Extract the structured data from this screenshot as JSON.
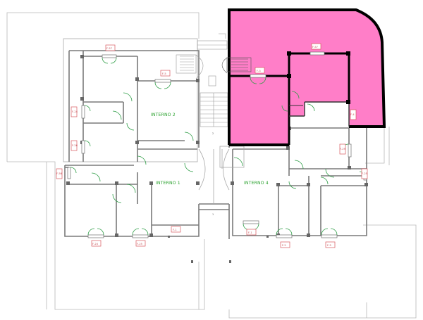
{
  "units": [
    {
      "id": "interno-2",
      "label": "INTERNO 2"
    },
    {
      "id": "interno-1",
      "label": "INTERNO 1"
    },
    {
      "id": "interno-4",
      "label": "INTERNO 4"
    }
  ],
  "highlight": {
    "color": "#ff7ec8",
    "border_color": "#000000"
  },
  "window_tags": {
    "f57_top_left": "F-57",
    "f5_top_center": "F-5",
    "f57_top_right": "F-57",
    "f3_hl": "F-3",
    "f24_left": "F-24",
    "f26_left": "F-26",
    "f56_left": "F-56",
    "f24_bottom1": "F-24",
    "f25_bottom2": "F-25",
    "f1_bottom3": "F-1",
    "f1_bottom4": "F-1",
    "f2_bottom5": "F-2",
    "f3_bottom6": "F-3",
    "f29_right": "F-29",
    "f25_right": "F-25",
    "f4_hl_right": "F-4"
  },
  "small_labels": {
    "landing_top": "2",
    "landing_bottom": "1"
  },
  "colors": {
    "door": "#2e9d46",
    "tag": "#d7575e",
    "room_label": "#29a12d"
  }
}
